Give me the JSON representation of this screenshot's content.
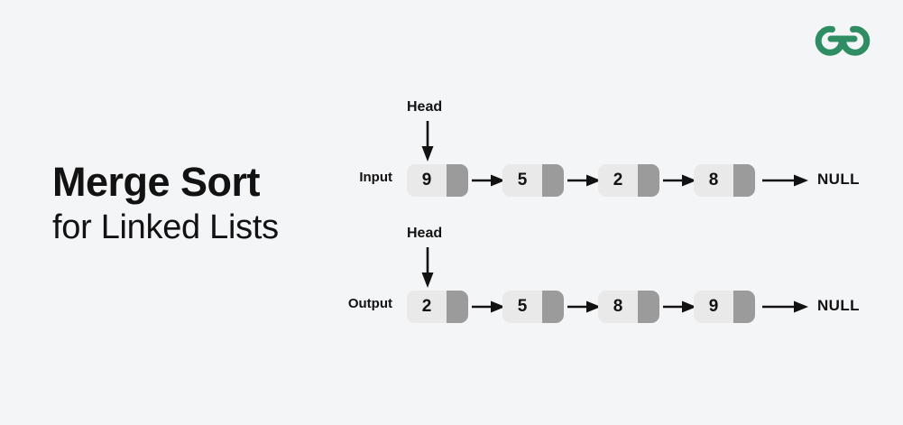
{
  "background_color": "#f4f5f7",
  "brand": {
    "logo_name": "geeksforgeeks-logo",
    "logo_color": "#2f8d63",
    "alt_text": "GeeksforGeeks"
  },
  "title": {
    "main": "Merge Sort",
    "sub": "for Linked Lists"
  },
  "diagram": {
    "node_data_color": "#e9e9e9",
    "node_next_color": "#9b9b9b",
    "arrow_color": "#121212",
    "terminator": "NULL",
    "head_label": "Head",
    "rows": [
      {
        "label": "Input",
        "head_label": "Head",
        "values": [
          "9",
          "5",
          "2",
          "8"
        ],
        "terminator": "NULL"
      },
      {
        "label": "Output",
        "head_label": "Head",
        "values": [
          "2",
          "5",
          "8",
          "9"
        ],
        "terminator": "NULL"
      }
    ]
  }
}
